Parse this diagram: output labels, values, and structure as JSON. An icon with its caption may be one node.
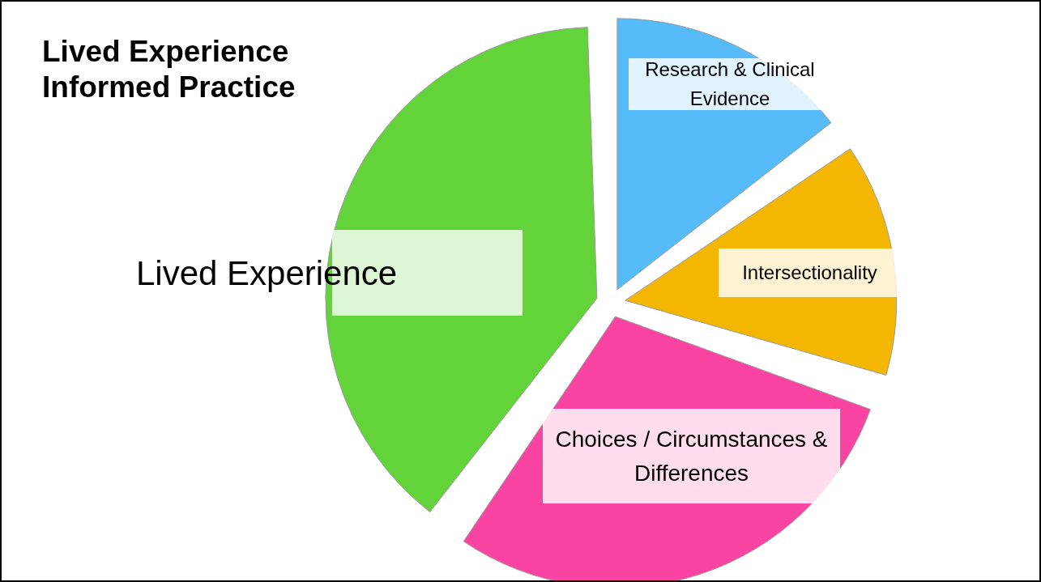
{
  "diagram": {
    "title": "Lived Experience Informed Practice",
    "nodes": [
      {
        "text": [
          "Research & Clinical Evidence"
        ]
      },
      {
        "text": [
          "Lived Experience"
        ]
      },
      {
        "text": [
          "Intersectionality"
        ]
      },
      {
        "text": [
          "Choices / Circumstances & Differences"
        ]
      }
    ]
  }
}
